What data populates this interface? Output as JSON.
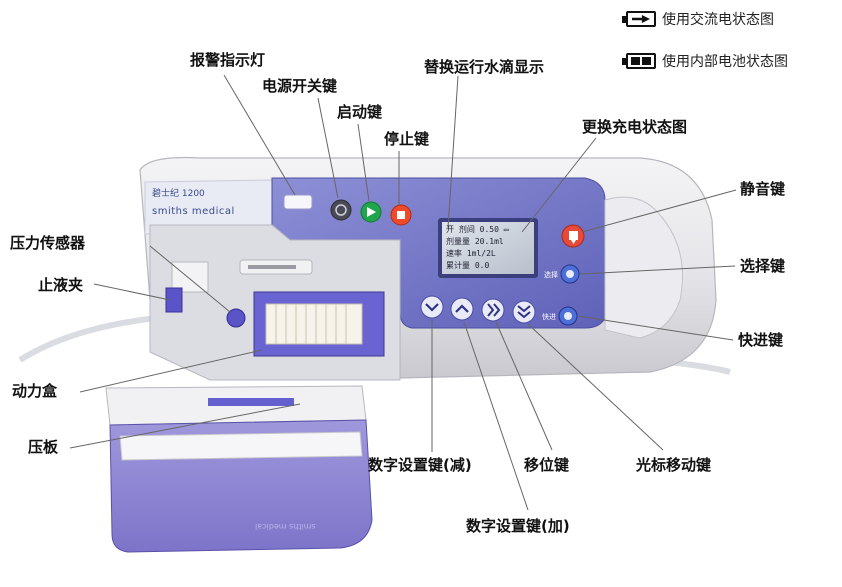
{
  "legend": {
    "ac_label": "使用交流电状态图",
    "battery_label": "使用内部电池状态图"
  },
  "device": {
    "brand_model": "碧士纪 1200",
    "brand_name": "smiths medical",
    "lid_brand": "smiths medical",
    "lcd_lines": [
      "开 剂间 0.50 ▭",
      "剂量量 20.1ml",
      "速率 1ml/2L",
      "累计量  0.0"
    ],
    "button_tags": {
      "select": "选择",
      "fast": "快进"
    }
  },
  "labels": {
    "alarm_light": "报警指示灯",
    "power_key": "电源开关键",
    "start_key": "启动键",
    "stop_key": "停止键",
    "drip_display": "替换运行水滴显示",
    "charge_icon": "更换充电状态图",
    "mute_key": "静音键",
    "select_key": "选择键",
    "fast_forward_key": "快进键",
    "pressure_sensor": "压力传感器",
    "clamp": "止液夹",
    "power_box": "动力盒",
    "press_plate": "压板",
    "digit_decrease": "数字设置键(减)",
    "shift_key": "移位键",
    "cursor_key": "光标移动键",
    "digit_increase": "数字设置键(加)"
  }
}
